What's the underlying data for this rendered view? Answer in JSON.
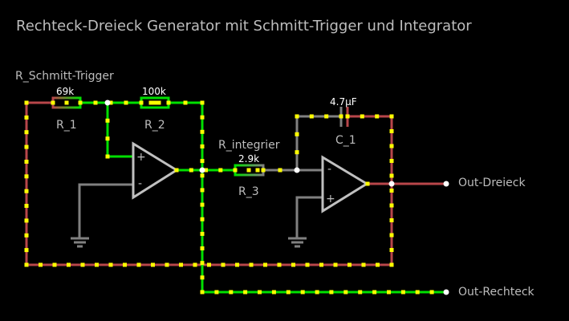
{
  "title": "Rechteck-Dreieck Generator mit Schmitt-Trigger und Integrator",
  "colors": {
    "background": "#000000",
    "wire_low": "#b8464a",
    "wire_high": "#00e000",
    "wire_neutral": "#808080",
    "current_dot": "#ffff00",
    "node": "#ffffff",
    "text": "#bdbdbd"
  },
  "labels": {
    "schmitt_group": "R_Schmitt-Trigger",
    "integrator_group": "R_integrier"
  },
  "components": {
    "r1": {
      "name": "R_1",
      "value": "69k"
    },
    "r2": {
      "name": "R_2",
      "value": "100k"
    },
    "r3": {
      "name": "R_3",
      "value": "2.9k"
    },
    "c1": {
      "name": "C_1",
      "value": "4.7µF"
    },
    "opamp1": {
      "plus": "+",
      "minus": "-"
    },
    "opamp2": {
      "plus": "+",
      "minus": "-"
    }
  },
  "outputs": {
    "triangle": "Out-Dreieck",
    "square": "Out-Rechteck"
  }
}
